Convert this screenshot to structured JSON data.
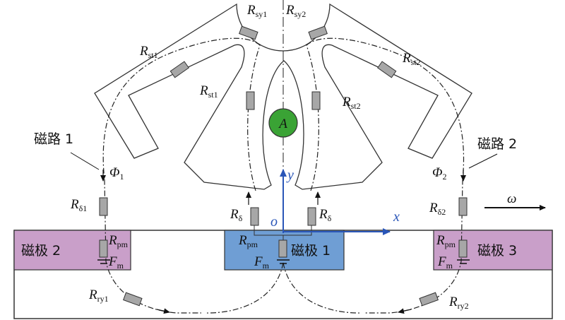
{
  "diagram": {
    "labels": {
      "r_sy1": {
        "base": "R",
        "sub": "sy1"
      },
      "r_sy2": {
        "base": "R",
        "sub": "sy2"
      },
      "r_st1_outer": {
        "base": "R",
        "sub": "st1"
      },
      "r_st2_outer": {
        "base": "R",
        "sub": "st2"
      },
      "r_st1_inner": {
        "base": "R",
        "sub": "st1"
      },
      "r_st2_inner": {
        "base": "R",
        "sub": "st2"
      },
      "r_delta1": {
        "base": "R",
        "sub": "δ1"
      },
      "r_delta2": {
        "base": "R",
        "sub": "δ2"
      },
      "r_delta_left": {
        "base": "R",
        "sub": "δ"
      },
      "r_delta_right": {
        "base": "R",
        "sub": "δ"
      },
      "r_pm_left": {
        "base": "R",
        "sub": "pm"
      },
      "r_pm_center": {
        "base": "R",
        "sub": "pm"
      },
      "r_pm_right": {
        "base": "R",
        "sub": "pm"
      },
      "f_m_left": {
        "base": "F",
        "sub": "m"
      },
      "f_m_center": {
        "base": "F",
        "sub": "m"
      },
      "f_m_right": {
        "base": "F",
        "sub": "m"
      },
      "r_ry1": {
        "base": "R",
        "sub": "ry1"
      },
      "r_ry2": {
        "base": "R",
        "sub": "ry2"
      },
      "phi_1": {
        "base": "Φ",
        "sub": "1"
      },
      "phi_2": {
        "base": "Φ",
        "sub": "2"
      }
    },
    "path_1": "磁路 1",
    "path_2": "磁路 2",
    "pole_1": "磁极 1",
    "pole_2": "磁极 2",
    "pole_3": "磁极 3",
    "point_a": "A",
    "axis_x": "x",
    "axis_y": "y",
    "origin": "o",
    "omega": "ω",
    "colors": {
      "pole_center": "#6f9ed4",
      "pole_side": "#c99fc9",
      "point_a_fill": "#3aa335",
      "axis": "#2a56b8"
    }
  }
}
